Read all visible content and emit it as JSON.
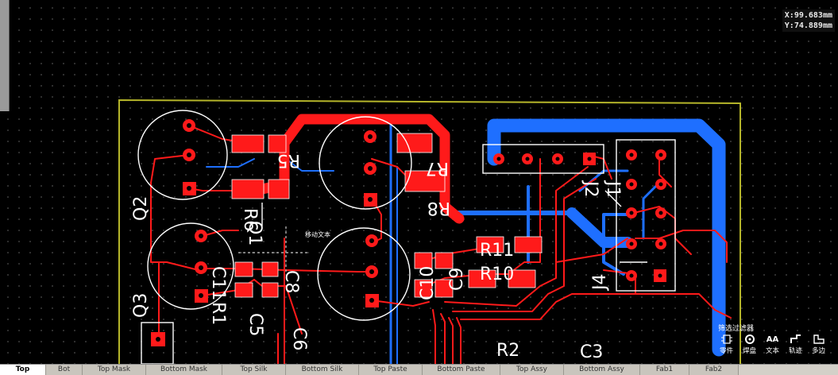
{
  "coords": {
    "x": "X:99.683mm",
    "y": "Y:74.889mm"
  },
  "designators": {
    "q2": "Q2",
    "q3": "Q3",
    "r5": "R5",
    "r7": "R7",
    "r8": "R8",
    "r6": "R6",
    "q1": "Q1",
    "c8": "C8",
    "c10": "C10",
    "c9": "C9",
    "r11": "R11",
    "r10": "R10",
    "j2": "J2",
    "j4": "J4",
    "j1": "J1",
    "r2": "R2",
    "c3": "C3",
    "c5": "C5",
    "c6": "C6",
    "c11": "C11",
    "r1": "R1"
  },
  "cursor_tooltip": "移动文本",
  "filter": {
    "title": "筛选过滤器",
    "items": [
      {
        "label": "零件",
        "icon": "component-icon"
      },
      {
        "label": "焊盘",
        "icon": "pad-icon"
      },
      {
        "label": "文本",
        "icon": "text-icon"
      },
      {
        "label": "轨迹",
        "icon": "track-icon"
      },
      {
        "label": "多边",
        "icon": "polygon-icon"
      }
    ]
  },
  "layer_tabs": [
    {
      "label": "Top",
      "active": true
    },
    {
      "label": "Bot"
    },
    {
      "label": "Top Mask"
    },
    {
      "label": "Bottom Mask"
    },
    {
      "label": "Top Silk"
    },
    {
      "label": "Bottom Silk"
    },
    {
      "label": "Top Paste"
    },
    {
      "label": "Bottom Paste"
    },
    {
      "label": "Top Assy"
    },
    {
      "label": "Bottom Assy"
    },
    {
      "label": "Fab1"
    },
    {
      "label": "Fab2"
    }
  ],
  "colors": {
    "top_copper": "#ff1a1a",
    "bottom_copper": "#1e6fff",
    "silk": "#ffffff",
    "board_outline": "#b5b52a",
    "background": "#000000"
  }
}
